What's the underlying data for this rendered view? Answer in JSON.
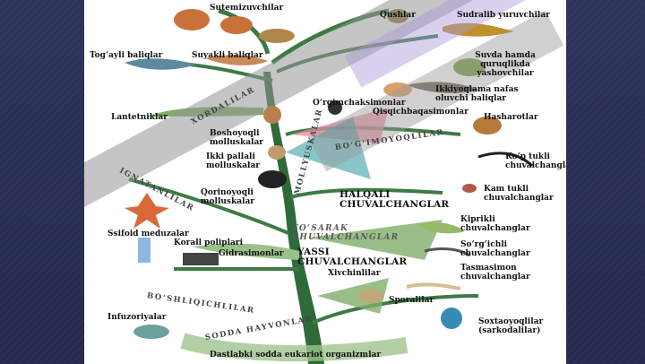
{
  "labels": {
    "sutemizuvchilar": "Sutemizuvchilar",
    "qushlar": "Qushlar",
    "sudralib": "Sudralib yuruvchilar",
    "togayli": "Tog‘ayli baliqlar",
    "suyakli": "Suyakli baliqlar",
    "suvda_hamda": "Suvda hamda quruqlikda yashovchilar",
    "ikkiyoqlama": "Ikkiyoqlama nafas oluvchi baliqlar",
    "lantetniklar": "Lantetniklar",
    "orgimchak": "O‘rgimchaksimonlar",
    "qisqichbaqa": "Qisqichbaqasimonlar",
    "hasharotlar": "Hasharotlar",
    "boshoyoqli": "Boshoyoqli molluskalar",
    "ikki_pallali": "Ikki pallali molluskalar",
    "kop_tukli": "Ko‘p tukli chuvalchanglar",
    "kam_tukli": "Kam tukli chuvalchanglar",
    "qorinoyoqli": "Qorinoyoqli molluskalar",
    "halqali": "HALQALI CHUVALCHANGLAR",
    "kiprikli": "Kiprikli chuvalchanglar",
    "ssifoid": "Ssifoid meduzalar",
    "korall": "Korall poliplari",
    "gidrasimonlar": "Gidrasimonlar",
    "toasarak": "TO‘SARAK CHUVALCHANGLAR",
    "yassi": "YASSI CHUVALCHANGLAR",
    "sorgichli": "So‘rg‘ichli chuvalchanglar",
    "tasmasimon": "Tasmasimon chuvalchanglar",
    "xivchinlilar": "Xivchinlilar",
    "sporalilar": "Sporalilar",
    "infuzoriyalar": "Infuzoriyalar",
    "soxtaoyoqlilar": "Soxtaoyoqlilar (sarkodalilar)",
    "dastlabki": "Dastlabki sodda eukariot organizmlar"
  },
  "branches": {
    "xordalilar": "XORDALILAR",
    "bogimoyoqlilar": "BO‘G‘IMOYOQLILAR",
    "mollyuskalar": "MOLLYUSKALAR",
    "ignatanlilar": "IGNATANLILAR",
    "boshliqichlilar": "BO‘SHLIQICHLILAR",
    "sodda_hayvonlar": "SODDA HAYVONLAR"
  },
  "colors": {
    "trunk": "#2f6b3a",
    "leaf": "#7fae6a",
    "pink": "#e98aa0",
    "teal": "#3aa0a8",
    "watermark": "#8f8f8f",
    "lavender": "#b8a6e6"
  }
}
